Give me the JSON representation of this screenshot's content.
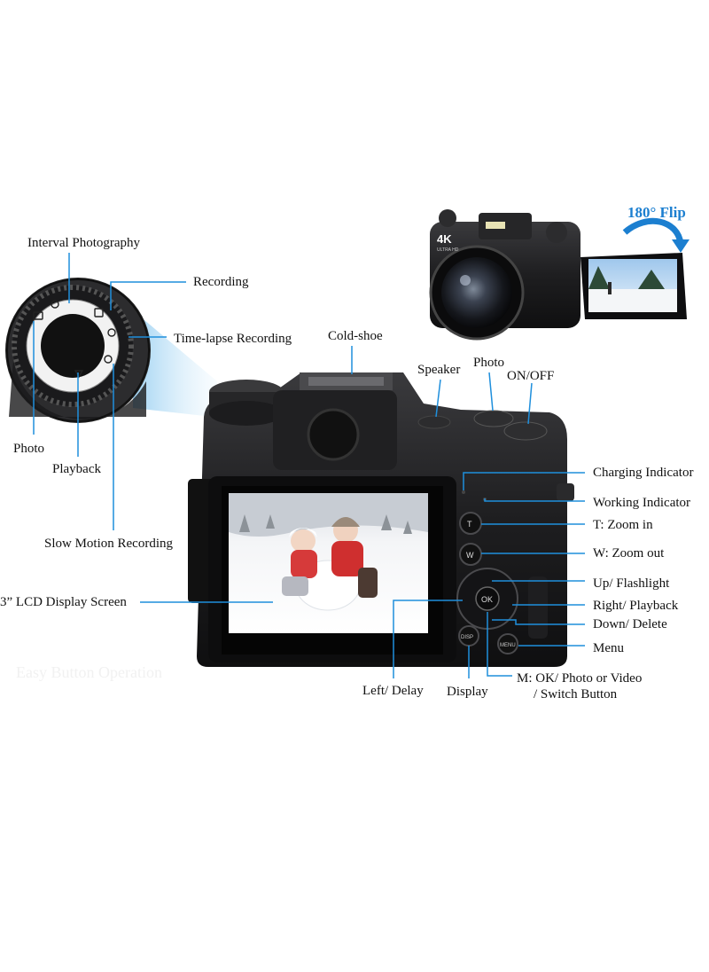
{
  "flip_label": "180° Flip",
  "watermark": "Easy Button Operation",
  "mode_dial": {
    "interval": "Interval Photography",
    "recording": "Recording",
    "timelapse": "Time-lapse Recording",
    "photo": "Photo",
    "playback": "Playback",
    "slow_motion": "Slow Motion Recording"
  },
  "camera_top": {
    "cold_shoe": "Cold-shoe",
    "speaker": "Speaker",
    "photo": "Photo",
    "on_off": "ON/OFF"
  },
  "camera_right": {
    "charging": "Charging Indicator",
    "working": "Working Indicator",
    "zoom_in": "T: Zoom in",
    "zoom_out": "W: Zoom out",
    "up": "Up/ Flashlight",
    "right": "Right/ Playback",
    "down": "Down/ Delete",
    "menu": "Menu",
    "ok_line1": "M: OK/ Photo or Video",
    "ok_line2": "/ Switch Button"
  },
  "camera_bottom": {
    "left_delay": "Left/ Delay",
    "display": "Display",
    "lcd": "3” LCD Display Screen"
  },
  "camera_marks": {
    "badge_4k": "4K",
    "badge_sub": "ULTRA HD",
    "button_t": "T",
    "button_w": "W",
    "button_ok": "OK",
    "button_disp": "DISP",
    "button_menu": "MENU"
  },
  "colors": {
    "callout": "#1f8fdc",
    "camera_body": "#1b1b1d",
    "accent": "#1c7fd0"
  }
}
